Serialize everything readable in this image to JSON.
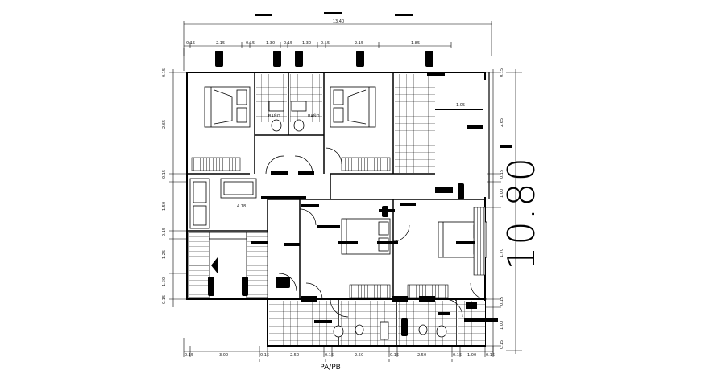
{
  "drawing": {
    "height_label": "10.80",
    "caption": "PA/PB",
    "top_overall_dim": "13.40",
    "top_dims": [
      "0.15",
      "2.15",
      "0.15",
      "1.30",
      "0.15",
      "1.30",
      "0.15",
      "2.15",
      "1.85"
    ],
    "bottom_dims": [
      "0.15",
      "3.00",
      "0.15",
      "2.50",
      "0.15",
      "2.50",
      "0.15",
      "2.50",
      "0.15",
      "1.00",
      "0.15"
    ],
    "left_dims": [
      "0.15",
      "2.65",
      "0.15",
      "1.50",
      "0.15",
      "1.25",
      "1.30",
      "0.15"
    ],
    "right_dims": [
      "0.15",
      "2.65",
      "0.15",
      "1.00",
      "1.70",
      "0.15",
      "1.00",
      "0.15"
    ],
    "room_labels": [
      "BAÑO",
      "BAÑO"
    ],
    "misc_dims": [
      "1.05",
      "4.18"
    ]
  }
}
